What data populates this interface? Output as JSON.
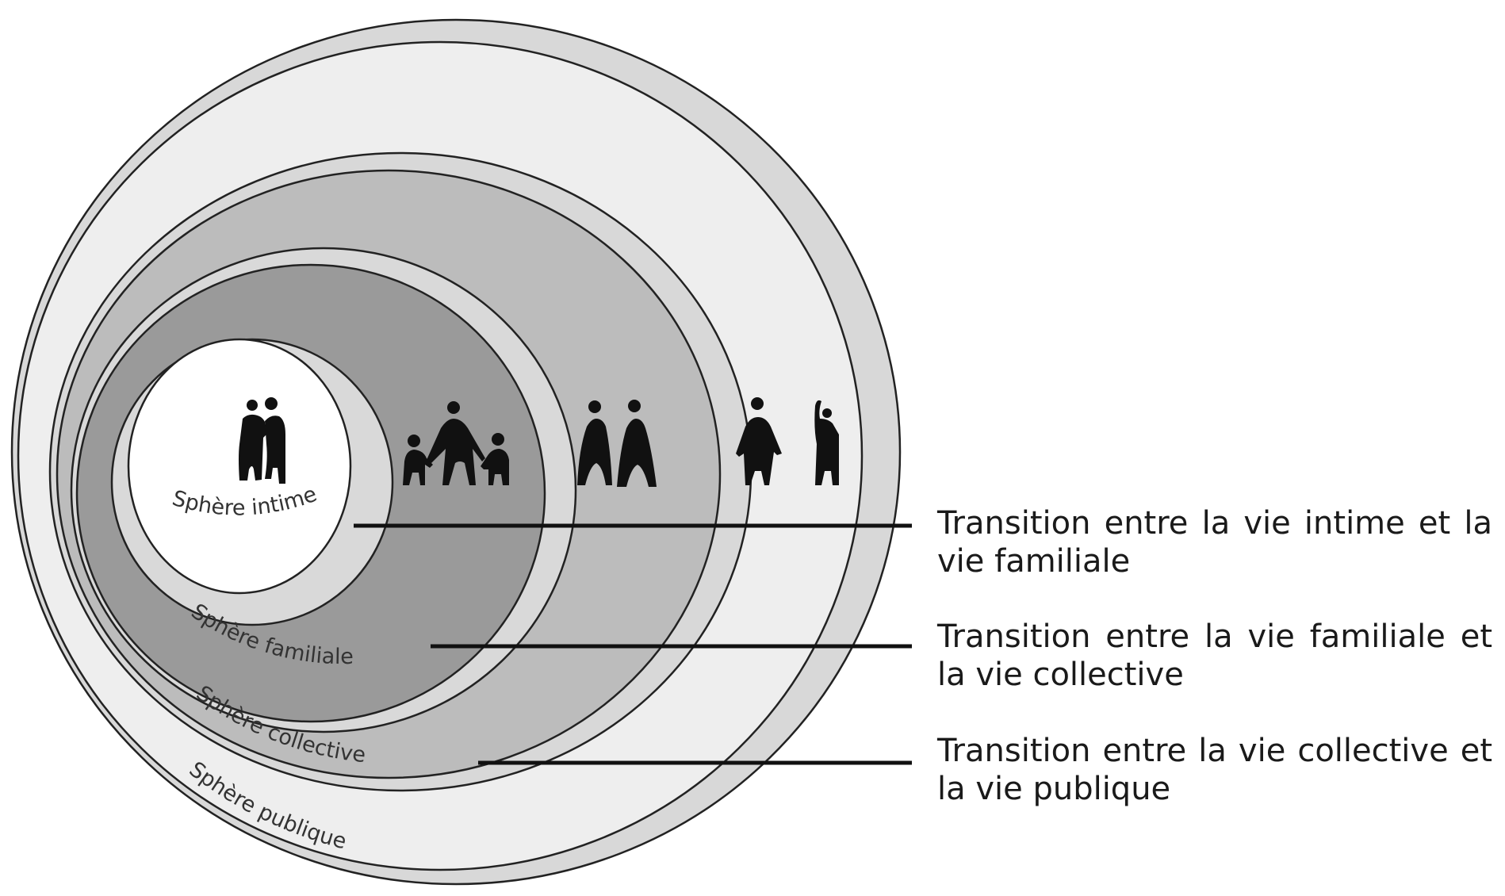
{
  "spheres": [
    {
      "label": "Sphère publique",
      "fill": "#eeeeee"
    },
    {
      "label": "Sphère collective",
      "fill": "#bcbcbc"
    },
    {
      "label": "Sphère familiale",
      "fill": "#9a9a9a"
    },
    {
      "label": "Sphère intime",
      "fill": "#ffffff"
    }
  ],
  "transition_fills": [
    "#d8d8d8",
    "#d8d8d8",
    "#d9d9d9"
  ],
  "legend": [
    {
      "text": "Transition entre la vie intime et la vie familiale"
    },
    {
      "text": "Transition entre la vie familiale et la vie collective"
    },
    {
      "text": "Transition entre la vie collective et la vie publique"
    }
  ],
  "icons": [
    {
      "name": "couple-icon"
    },
    {
      "name": "family-icon"
    },
    {
      "name": "two-people-icon"
    },
    {
      "name": "strangers-icon"
    }
  ],
  "colors": {
    "stroke": "#222222",
    "figure": "#111111",
    "label": "#333333"
  }
}
